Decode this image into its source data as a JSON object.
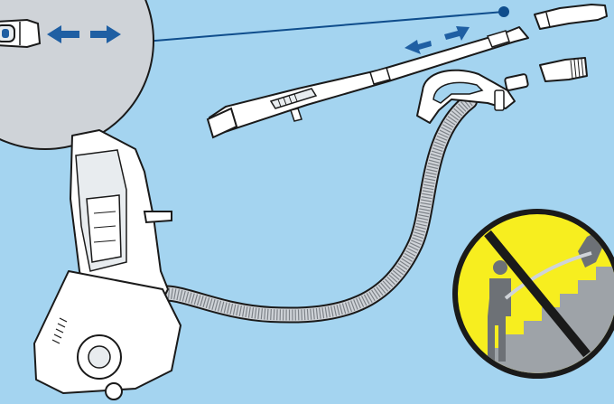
{
  "illustration": {
    "background_color": "#a4d4f0",
    "outline_color": "#1a1a1a",
    "arrow_color": "#1f5fa3",
    "connector_color": "#0f4d8c",
    "inset_fill_color": "#cfd3d8",
    "warning_fill_color": "#f7ee1f",
    "stair_fill_color": "#9ea3a8",
    "person_fill_color": "#6d7176",
    "elements": [
      {
        "name": "detail-inset",
        "icon": "zoom-detail-circle"
      },
      {
        "name": "release-arrows",
        "icon": "double-arrow-icon"
      },
      {
        "name": "extension-wand",
        "icon": "wand-tube"
      },
      {
        "name": "crevice-tool",
        "icon": "crevice-tool-icon"
      },
      {
        "name": "dusting-brush",
        "icon": "brush-tool-icon"
      },
      {
        "name": "hose-handle",
        "icon": "hose-handle"
      },
      {
        "name": "flexible-hose",
        "icon": "hose"
      },
      {
        "name": "upright-vacuum",
        "icon": "vacuum-cleaner"
      },
      {
        "name": "no-stairs-warning",
        "icon": "prohibition-sign"
      }
    ]
  }
}
